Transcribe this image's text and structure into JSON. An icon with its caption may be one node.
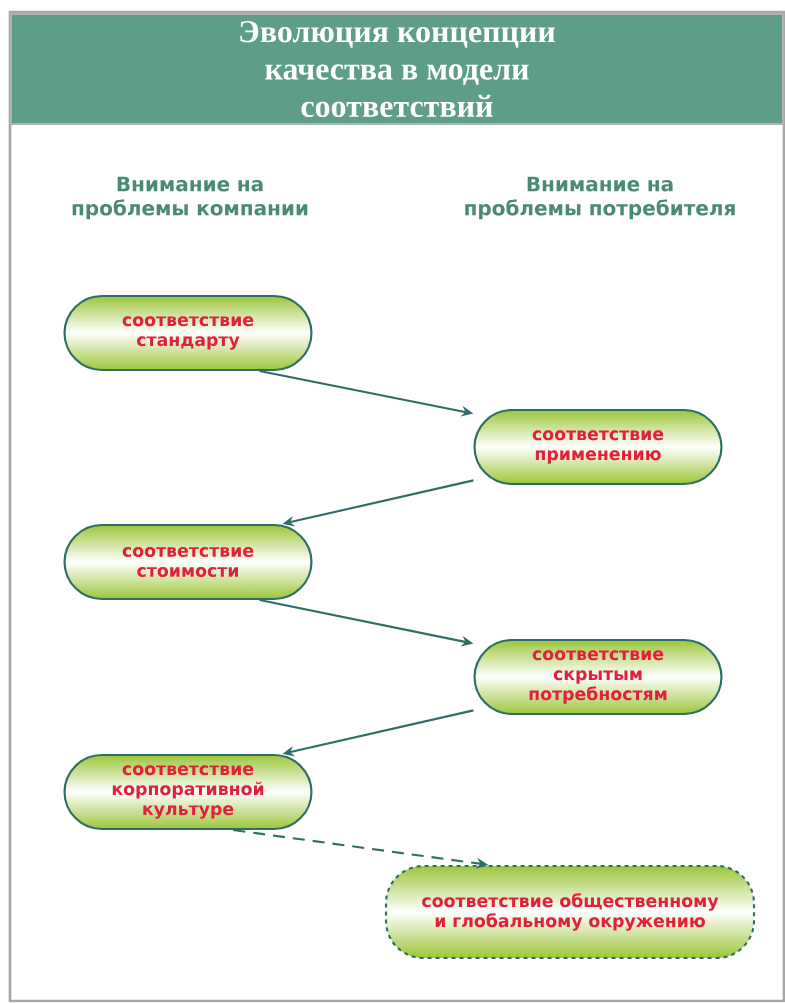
{
  "diagram": {
    "title": "Эволюция концепции качества в модели соответствий",
    "nodes": [
      {
        "text": [
          "соответствие стандарту"
        ]
      },
      {
        "text": [
          "соответствие применению"
        ]
      },
      {
        "text": [
          "соответствие стоимости"
        ]
      },
      {
        "text": [
          "соответствие скрытым потребностям"
        ]
      },
      {
        "text": [
          "соответствие корпоративной культуре"
        ]
      },
      {
        "text": [
          "соответствие общественному и глобальному окружению"
        ]
      }
    ],
    "edges": [
      {
        "from": 0,
        "to": 1,
        "arrow": "to"
      },
      {
        "from": 1,
        "to": 2,
        "arrow": "to"
      },
      {
        "from": 2,
        "to": 3,
        "arrow": "to"
      },
      {
        "from": 3,
        "to": 4,
        "arrow": "to"
      },
      {
        "from": 4,
        "to": 5,
        "arrow": "to",
        "style": "dashed"
      }
    ],
    "labels": [
      "Внимание на проблемы компании",
      "Внимание на проблемы потребителя"
    ]
  }
}
